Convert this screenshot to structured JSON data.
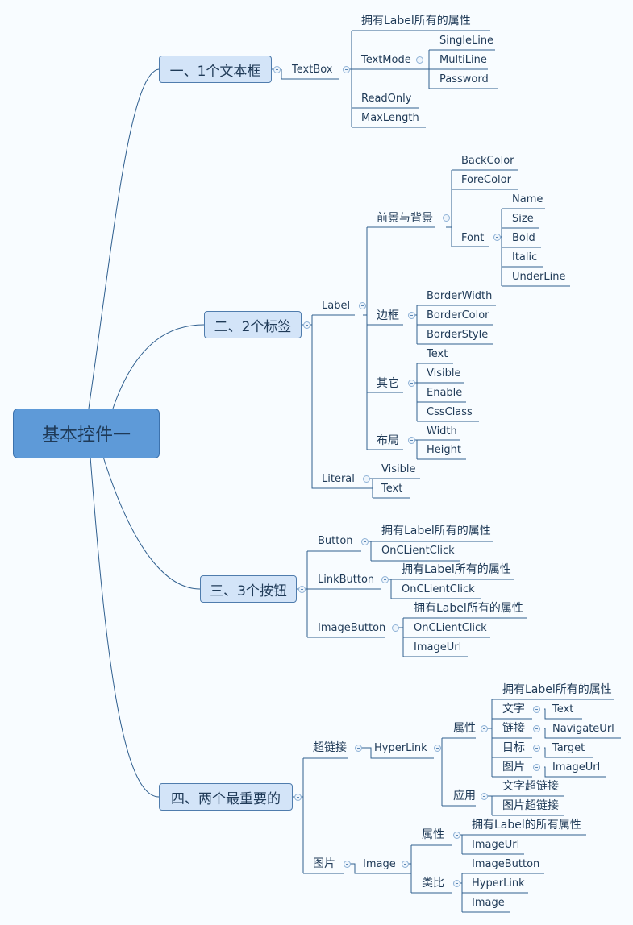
{
  "root": {
    "label": "基本控件一"
  },
  "branches": [
    {
      "label": "一、1个文本框"
    },
    {
      "label": "二、2个标签"
    },
    {
      "label": "三、3个按钮"
    },
    {
      "label": "四、两个最重要的"
    }
  ],
  "nodes": {
    "textbox": "TextBox",
    "tb_inherit": "拥有Label所有的属性",
    "textmode": "TextMode",
    "singleline": "SingleLine",
    "multiline": "MultiLine",
    "password": "Password",
    "readonly": "ReadOnly",
    "maxlength": "MaxLength",
    "label": "Label",
    "fg_bg": "前景与背景",
    "backcolor": "BackColor",
    "forecolor": "ForeColor",
    "font": "Font",
    "f_name": "Name",
    "f_size": "Size",
    "f_bold": "Bold",
    "f_italic": "Italic",
    "f_underline": "UnderLine",
    "border": "边框",
    "borderwidth": "BorderWidth",
    "bordercolor": "BorderColor",
    "borderstyle": "BorderStyle",
    "other": "其它",
    "o_text": "Text",
    "o_visible": "Visible",
    "o_enable": "Enable",
    "o_cssclass": "CssClass",
    "layout": "布局",
    "l_width": "Width",
    "l_height": "Height",
    "literal": "Literal",
    "lit_visible": "Visible",
    "lit_text": "Text",
    "button": "Button",
    "btn_inherit": "拥有Label所有的属性",
    "btn_click": "OnCLientClick",
    "linkbutton": "LinkButton",
    "lb_inherit": "拥有Label所有的属性",
    "lb_click": "OnCLientClick",
    "imagebutton": "ImageButton",
    "ib_inherit": "拥有Label所有的属性",
    "ib_click": "OnCLientClick",
    "ib_imageurl": "ImageUrl",
    "hyperlink_cn": "超链接",
    "hyperlink": "HyperLink",
    "hl_props": "属性",
    "hl_inherit": "拥有Label所有的属性",
    "hl_text_cn": "文字",
    "hl_text": "Text",
    "hl_link_cn": "链接",
    "hl_navurl": "NavigateUrl",
    "hl_target_cn": "目标",
    "hl_target": "Target",
    "hl_image_cn": "图片",
    "hl_imageurl": "ImageUrl",
    "hl_use": "应用",
    "hl_use_text": "文字超链接",
    "hl_use_image": "图片超链接",
    "image_cn": "图片",
    "image": "Image",
    "img_props": "属性",
    "img_inherit": "拥有Label的所有属性",
    "img_imageurl": "ImageUrl",
    "img_analog": "类比",
    "img_imagebutton": "ImageButton",
    "img_hyperlink": "HyperLink",
    "img_image": "Image"
  },
  "colors": {
    "line": "#2f5f8f",
    "node_line": "#3a6ea5",
    "root_fill": "#5e9ad8",
    "branch_fill": "#d3e4f8"
  }
}
